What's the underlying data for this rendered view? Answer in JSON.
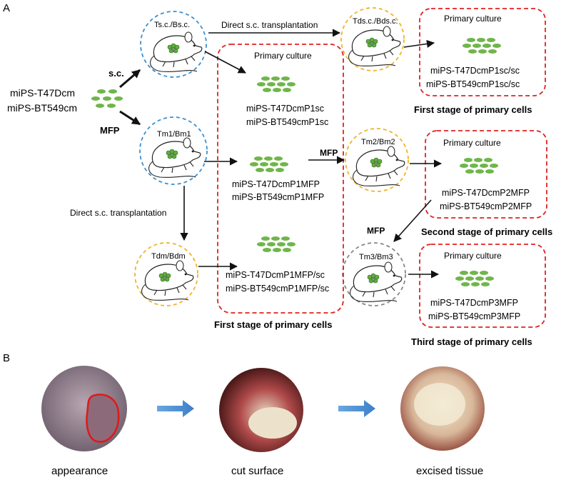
{
  "panel_a": {
    "letter": "A",
    "source_cells": [
      "miPS-T47Dcm",
      "miPS-BT549cm"
    ],
    "route_sc": "s.c.",
    "route_mfp": "MFP",
    "mouse_tsc": "Ts.c./Bs.c.",
    "mouse_tm1": "Tm1/Bm1",
    "mouse_tdm": "Tdm/Bdm",
    "mouse_tdsc": "Tds.c./Bds.c.",
    "mouse_tm2": "Tm2/Bm2",
    "mouse_tm3": "Tm3/Bm3",
    "direct_sc_top": "Direct s.c. transplantation",
    "direct_sc_left": "Direct s.c. transplantation",
    "primary_culture": "Primary culture",
    "p1sc": [
      "miPS-T47DcmP1sc",
      "miPS-BT549cmP1sc"
    ],
    "p1mfp": [
      "miPS-T47DcmP1MFP",
      "miPS-BT549cmP1MFP"
    ],
    "p1mfpsc": [
      "miPS-T47DcmP1MFP/sc",
      "miPS-BT549cmP1MFP/sc"
    ],
    "p1scsc": [
      "miPS-T47DcmP1sc/sc",
      "miPS-BT549cmP1sc/sc"
    ],
    "p2mfp": [
      "miPS-T47DcmP2MFP",
      "miPS-BT549cmP2MFP"
    ],
    "p3mfp": [
      "miPS-T47DcmP3MFP",
      "miPS-BT549cmP3MFP"
    ],
    "mfp_arrow_1": "MFP",
    "mfp_arrow_2": "MFP",
    "stage_first_center": "First stage of primary cells",
    "stage_first_right": "First stage of primary cells",
    "stage_second": "Second stage of primary cells",
    "stage_third": "Third stage of primary cells",
    "colors": {
      "blue": "#3b8fd0",
      "yellow": "#f0b429",
      "gray": "#888888",
      "red": "#e02020",
      "cell": "#6fb64a"
    }
  },
  "panel_b": {
    "letter": "B",
    "captions": [
      "appearance",
      "cut surface",
      "excised tissue"
    ]
  }
}
